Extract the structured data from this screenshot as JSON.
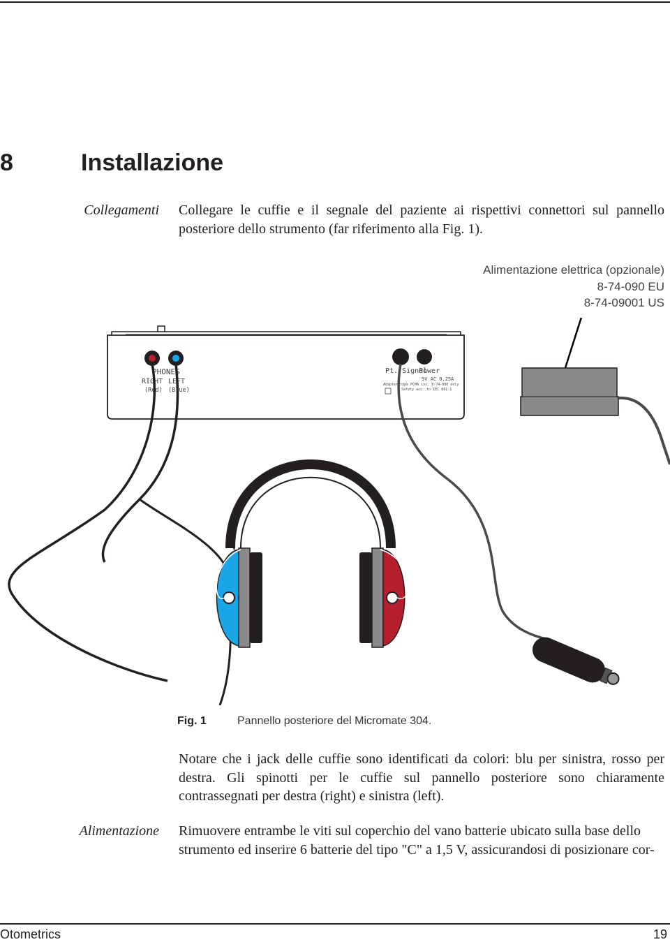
{
  "chapter": {
    "number": "8",
    "title": "Installazione"
  },
  "sections": [
    {
      "side_label": "Collegamenti",
      "text": "Collegare le cuffie e il segnale del paziente ai rispettivi connettori sul pannello posteriore dello strumento (far riferimento alla Fig. 1)."
    }
  ],
  "figure": {
    "power_label": [
      "Alimentazione elettrica (opzionale)",
      "8-74-090 EU",
      "8-74-09001 US"
    ],
    "panel": {
      "phones": "PHONES",
      "right": "RIGHT",
      "left": "LEFT",
      "red": "(Red)",
      "blue": "(Blue)",
      "pt_signal": "Pt. Signal",
      "power": "Power",
      "rating": "9V AC 0.25A",
      "adapter": "Adapter type PCMA inc. 8-74-090 only",
      "safety": "Safety acc. to IEC 601-1"
    },
    "colors": {
      "left_cup": "#1aa5e6",
      "right_cup": "#b51f2e",
      "device": "#8a8a8a"
    },
    "label": "Fig. 1",
    "caption": "Pannello posteriore del Micromate 304."
  },
  "note": "Notare che i jack delle cuffie sono identificati da colori: blu per sinistra, rosso per destra. Gli spinotti per le cuffie sul pannello posteriore sono chiaramente contrassegnati per destra (right) e sinistra (left).",
  "power_section": {
    "side_label": "Alimentazione",
    "text": "Rimuovere entrambe le viti sul coperchio del vano batterie ubicato sulla base dello strumento ed inserire 6 batterie del tipo \"C\" a 1,5 V, assicurandosi di posizionare cor-"
  },
  "footer": {
    "brand": "Otometrics",
    "page": "19"
  }
}
